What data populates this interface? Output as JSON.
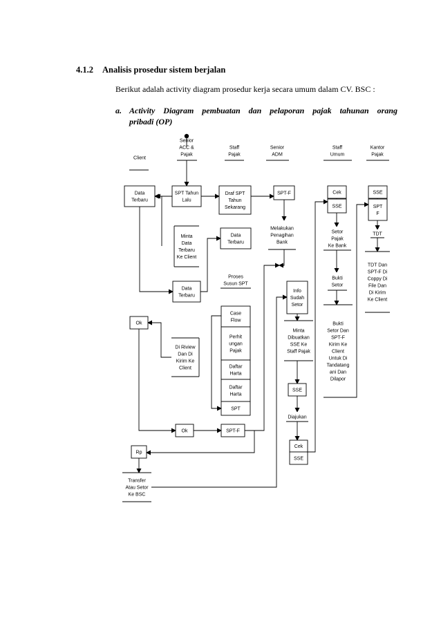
{
  "section": {
    "number": "4.1.2",
    "title": "Analisis prosedur sistem berjalan",
    "intro": "Berikut adalah activity diagram prosedur kerja secara umum dalam CV. BSC :",
    "item_letter": "a.",
    "item_line1": "Activity Diagram pembuatan dan pelaporan pajak tahunan orang",
    "item_line2": "pribadi (OP)"
  },
  "diagram": {
    "lanes": [
      {
        "id": "client",
        "lines": [
          "Client"
        ]
      },
      {
        "id": "senior-acc",
        "lines": [
          "Senior",
          "ACC &",
          "Pajak"
        ]
      },
      {
        "id": "staff-pajak",
        "lines": [
          "Staff",
          "Pajak"
        ]
      },
      {
        "id": "senior-adm",
        "lines": [
          "Senior",
          "ADM"
        ]
      },
      {
        "id": "staff-umum",
        "lines": [
          "Staff",
          "Umum"
        ]
      },
      {
        "id": "kantor-pajak",
        "lines": [
          "Kantor",
          "Pajak"
        ]
      }
    ],
    "nodes": [
      {
        "id": "data-terbaru-client",
        "lines": [
          "Data",
          "Terbaru"
        ]
      },
      {
        "id": "spt-tahun-lalu",
        "lines": [
          "SPT Tahun",
          "Lalu"
        ]
      },
      {
        "id": "draf-spt",
        "lines": [
          "Draf SPT",
          "Tahun",
          "Sekarang"
        ]
      },
      {
        "id": "sptf-adm",
        "lines": [
          "SPT-F"
        ]
      },
      {
        "id": "cek-umum",
        "lines": [
          "Cek"
        ]
      },
      {
        "id": "sse-umum",
        "lines": [
          "SSE"
        ]
      },
      {
        "id": "sse-kantor",
        "lines": [
          "SSE"
        ]
      },
      {
        "id": "sptf-kantor",
        "lines": [
          "SPT",
          "F"
        ]
      },
      {
        "id": "minta-data",
        "lines": [
          "Minta",
          "Data",
          "Terbaru",
          "Ke Client"
        ]
      },
      {
        "id": "data-terbaru-staff",
        "lines": [
          "Data",
          "Terbaru"
        ]
      },
      {
        "id": "melakukan-penagihan",
        "lines": [
          "Melakukan",
          "Penagihan",
          "Bank"
        ]
      },
      {
        "id": "setor-pajak",
        "lines": [
          "Setor",
          "Pajak",
          "Ke Bank"
        ]
      },
      {
        "id": "tdt",
        "lines": [
          "TDT"
        ]
      },
      {
        "id": "tdt-dan-sptf",
        "lines": [
          "TDT Dan",
          "SPT-F Di",
          "Coppy Di",
          "File Dan",
          "Di Kirim",
          "Ke Client"
        ]
      },
      {
        "id": "proses-susun",
        "lines": [
          "Proses",
          "Susun SPT"
        ]
      },
      {
        "id": "data-terbaru-acc",
        "lines": [
          "Data",
          "Terbaru"
        ]
      },
      {
        "id": "info-sudah-setor",
        "lines": [
          "Info",
          "Sudah",
          "Setor"
        ]
      },
      {
        "id": "bukti-setor",
        "lines": [
          "Bukti",
          "Setor"
        ]
      },
      {
        "id": "bukti-setor-dan-sptf",
        "lines": [
          "Bukti",
          "Setor Dan",
          "SPT-F",
          "Kirim Ke",
          "Client",
          "Untuk Di",
          "Tandatang",
          "ani Dan",
          "Dilapor"
        ]
      },
      {
        "id": "ok-client",
        "lines": [
          "Ok"
        ]
      },
      {
        "id": "case-flow",
        "lines": [
          "Case",
          "Flow"
        ]
      },
      {
        "id": "perhitungan-pajak",
        "lines": [
          "Perhit",
          "ungan",
          "Pajak"
        ]
      },
      {
        "id": "daftar-harta-1",
        "lines": [
          "Daftar",
          "Harta"
        ]
      },
      {
        "id": "daftar-harta-2",
        "lines": [
          "Daftar",
          "Harta"
        ]
      },
      {
        "id": "spt-stack",
        "lines": [
          "SPT"
        ]
      },
      {
        "id": "di-riview",
        "lines": [
          "Di Riview",
          "Dan Di",
          "Kirim Ke",
          "Client"
        ]
      },
      {
        "id": "minta-dibuatkan-sse",
        "lines": [
          "Minta",
          "Dibuatkan",
          "SSE Ke",
          "Staff Pajak"
        ]
      },
      {
        "id": "sse-adm",
        "lines": [
          "SSE"
        ]
      },
      {
        "id": "diajukan",
        "lines": [
          "Diajukan"
        ]
      },
      {
        "id": "ok-acc",
        "lines": [
          "Ok"
        ]
      },
      {
        "id": "sptf-staff",
        "lines": [
          "SPT-F"
        ]
      },
      {
        "id": "cek-adm",
        "lines": [
          "Cek"
        ]
      },
      {
        "id": "sse-adm-2",
        "lines": [
          "SSE"
        ]
      },
      {
        "id": "rp",
        "lines": [
          "Rp"
        ]
      },
      {
        "id": "transfer",
        "lines": [
          "Transfer",
          "Atau Setor",
          "Ke BSC"
        ]
      }
    ]
  }
}
